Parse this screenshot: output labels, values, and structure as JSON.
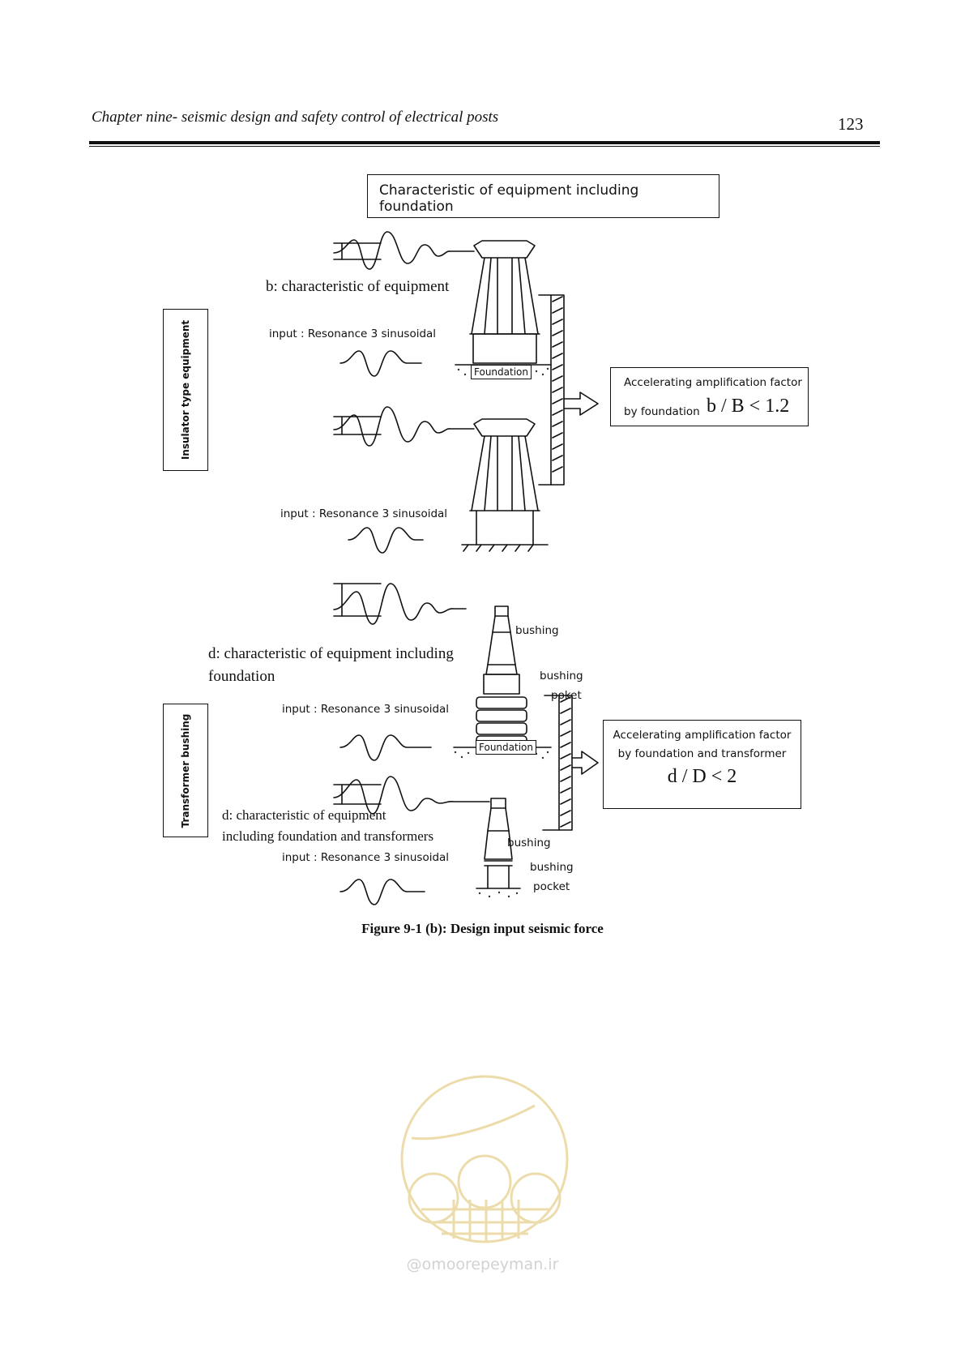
{
  "header": {
    "chapter_title": "Chapter nine- seismic design and safety control of electrical posts",
    "page_number": "123"
  },
  "figure": {
    "top_box": "Characteristic of equipment including foundation",
    "insulator": {
      "side_label": "Insulator type equipment",
      "char_b": "b: characteristic of equipment",
      "input_1": "input : Resonance 3 sinusoidal",
      "foundation_label": "Foundation",
      "input_2": "input : Resonance 3 sinusoidal",
      "amp_line1": "Accelerating amplification factor",
      "amp_line2": "by foundation",
      "amp_formula": "b / B < 1.2"
    },
    "transformer": {
      "side_label": "Transformer bushing",
      "char_d1_line1": "d:  characteristic  of  equipment  including",
      "char_d1_line2": "foundation",
      "bushing_1": "bushing",
      "bushing_pocket_1a": "bushing",
      "bushing_pocket_1b": "poket",
      "input_1": "input : Resonance 3 sinusoidal",
      "foundation_label": "Foundation",
      "char_d2_line1": "d:      characteristic      of      equipment",
      "char_d2_line2": "including foundation and transformers",
      "input_2": "input : Resonance 3 sinusoidal",
      "bushing_2": "bushing",
      "bushing_pocket_2a": "bushing",
      "bushing_pocket_2b": "pocket",
      "amp_line1": "Accelerating amplification factor",
      "amp_line2": "by foundation  and transformer",
      "amp_formula": "d / D < 2"
    },
    "caption": "Figure 9-1 (b): Design input seismic force"
  },
  "watermark": {
    "url": "@omoorepeyman.ir"
  }
}
